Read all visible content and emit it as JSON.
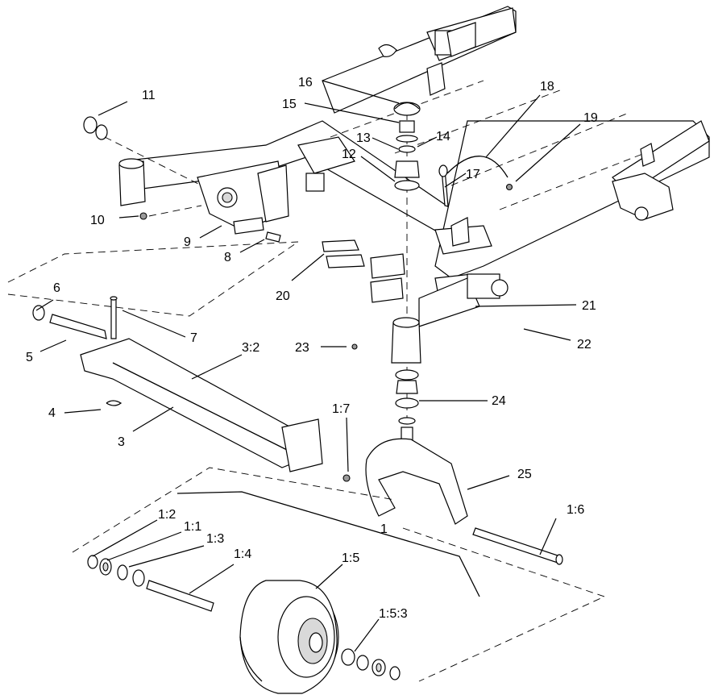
{
  "callouts": {
    "c1": "1",
    "c1_1": "1:1",
    "c1_2": "1:2",
    "c1_3": "1:3",
    "c1_4": "1:4",
    "c1_5": "1:5",
    "c1_5_3": "1:5:3",
    "c1_6": "1:6",
    "c1_7": "1:7",
    "c3": "3",
    "c3_2": "3:2",
    "c4": "4",
    "c5": "5",
    "c6": "6",
    "c7": "7",
    "c8": "8",
    "c9": "9",
    "c10": "10",
    "c11": "11",
    "c12": "12",
    "c13": "13",
    "c14": "14",
    "c15": "15",
    "c16": "16",
    "c17": "17",
    "c18": "18",
    "c19": "19",
    "c20": "20",
    "c21": "21",
    "c22": "22",
    "c23": "23",
    "c24": "24",
    "c25": "25"
  }
}
